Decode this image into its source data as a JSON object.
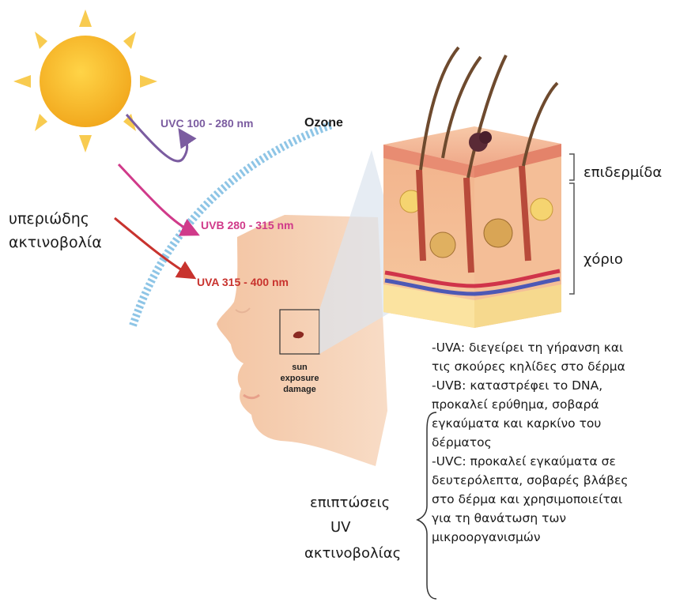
{
  "labels": {
    "uvc": "UVC 100 - 280 nm",
    "uvb": "UVB 280 - 315 nm",
    "uva": "UVA 315 - 400 nm",
    "ozone": "Ozone",
    "uv_radiation_line1": "υπεριώδης",
    "uv_radiation_line2": "ακτινοβολία",
    "epidermis": "επιδερμίδα",
    "dermis": "χόριο",
    "sun_damage_line1": "sun",
    "sun_damage_line2": "exposure",
    "sun_damage_line3": "damage",
    "effects_title_line1": "επιπτώσεις",
    "effects_title_line2": "UV",
    "effects_title_line3": "ακτινοβολίας"
  },
  "effects_lines": [
    "-UVA: διεγείρει τη γήρανση και",
    "τις σκούρες κηλίδες στο δέρμα",
    "-UVB: καταστρέφει το DNA,",
    "προκαλεί ερύθημα, σοβαρά",
    "εγκαύματα και καρκίνο του",
    "δέρματος",
    "-UVC: προκαλεί εγκαύματα σε",
    "δευτερόλεπτα, σοβαρές βλάβες",
    "στο δέρμα και χρησιμοποιείται",
    "για τη θανάτωση των",
    "μικροοργανισμών"
  ],
  "colors": {
    "sun": "#F6B92B",
    "sun_rays": "#F8CB50",
    "ozone": "#8EC5E6",
    "uvc": "#7B5CA0",
    "uvb": "#D03A8A",
    "uva": "#C8332E",
    "skin": "#F6D2B8"
  },
  "icons": [
    "sun-icon",
    "ozone-layer",
    "face-illustration",
    "skin-cross-section",
    "sun-damage-spot"
  ]
}
